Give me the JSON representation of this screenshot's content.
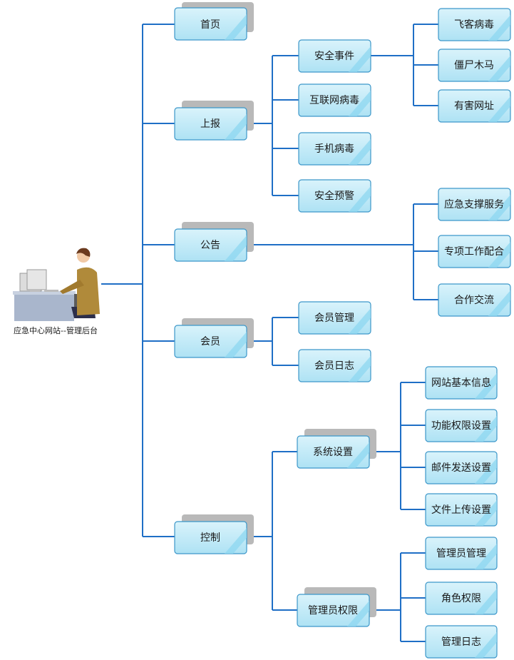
{
  "root": {
    "label": "应急中心网站--管理后台"
  },
  "colors": {
    "line": "#1f6fc6",
    "box_fill": "#c6ecf8",
    "box_stroke": "#3c97c9",
    "shadow": "#b9b9b9",
    "stripe": "#8ed7f0"
  },
  "level1": [
    {
      "label": "首页"
    },
    {
      "label": "上报"
    },
    {
      "label": "公告"
    },
    {
      "label": "会员"
    },
    {
      "label": "控制"
    }
  ],
  "level2": {
    "report": [
      {
        "label": "安全事件"
      },
      {
        "label": "互联网病毒"
      },
      {
        "label": "手机病毒"
      },
      {
        "label": "安全预警"
      }
    ],
    "member": [
      {
        "label": "会员管理"
      },
      {
        "label": "会员日志"
      }
    ],
    "control": [
      {
        "label": "系统设置"
      },
      {
        "label": "管理员权限"
      }
    ]
  },
  "level3": {
    "security_event": [
      {
        "label": "飞客病毒"
      },
      {
        "label": "僵尸木马"
      },
      {
        "label": "有害网址"
      }
    ],
    "notice": [
      {
        "label": "应急支撑服务"
      },
      {
        "label": "专项工作配合"
      },
      {
        "label": "合作交流"
      }
    ],
    "system_settings": [
      {
        "label": "网站基本信息"
      },
      {
        "label": "功能权限设置"
      },
      {
        "label": "邮件发送设置"
      },
      {
        "label": "文件上传设置"
      }
    ],
    "admin_permissions": [
      {
        "label": "管理员管理"
      },
      {
        "label": "角色权限"
      },
      {
        "label": "管理日志"
      }
    ]
  }
}
